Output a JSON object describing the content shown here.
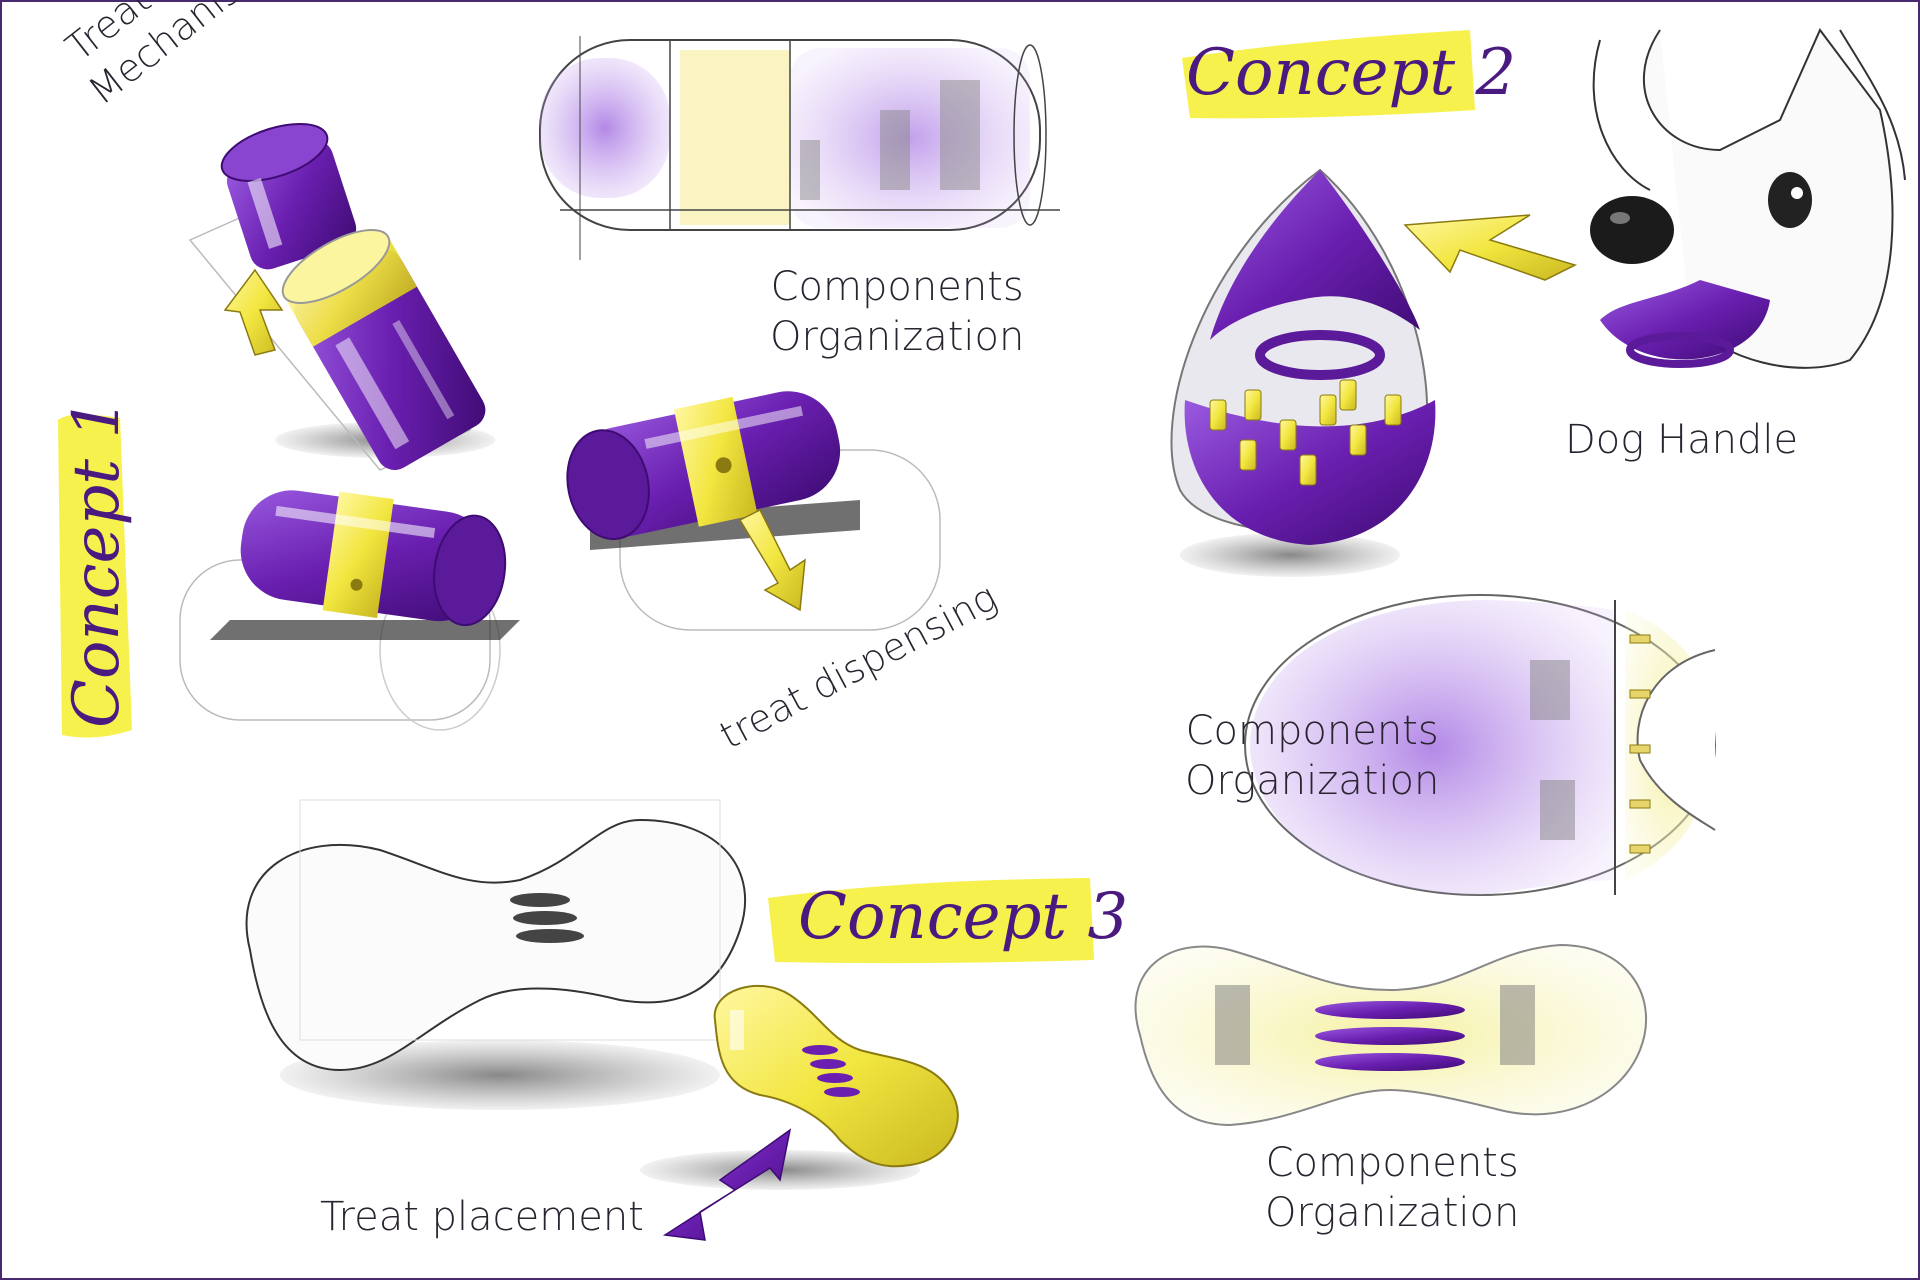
{
  "colors": {
    "purple": "#6a1fb0",
    "purple_dark": "#3e0b73",
    "purple_light": "#b98ae6",
    "yellow": "#f2e640",
    "yellow_dark": "#c9b820",
    "highlight": "#f5ef3a",
    "frame": "#4a2a6e"
  },
  "concept1": {
    "title": "Concept 1",
    "label_treat_door": "Treat Door\nMechanism",
    "label_dispensing": "treat dispensing"
  },
  "concept1_components": {
    "label": "Components\nOrganization"
  },
  "concept2": {
    "title": "Concept 2",
    "label_dog_handle": "Dog Handle",
    "label_components": "Components\nOrganization"
  },
  "concept3": {
    "title": "Concept 3",
    "label_treat_placement": "Treat placement",
    "label_components": "Components\nOrganization"
  }
}
